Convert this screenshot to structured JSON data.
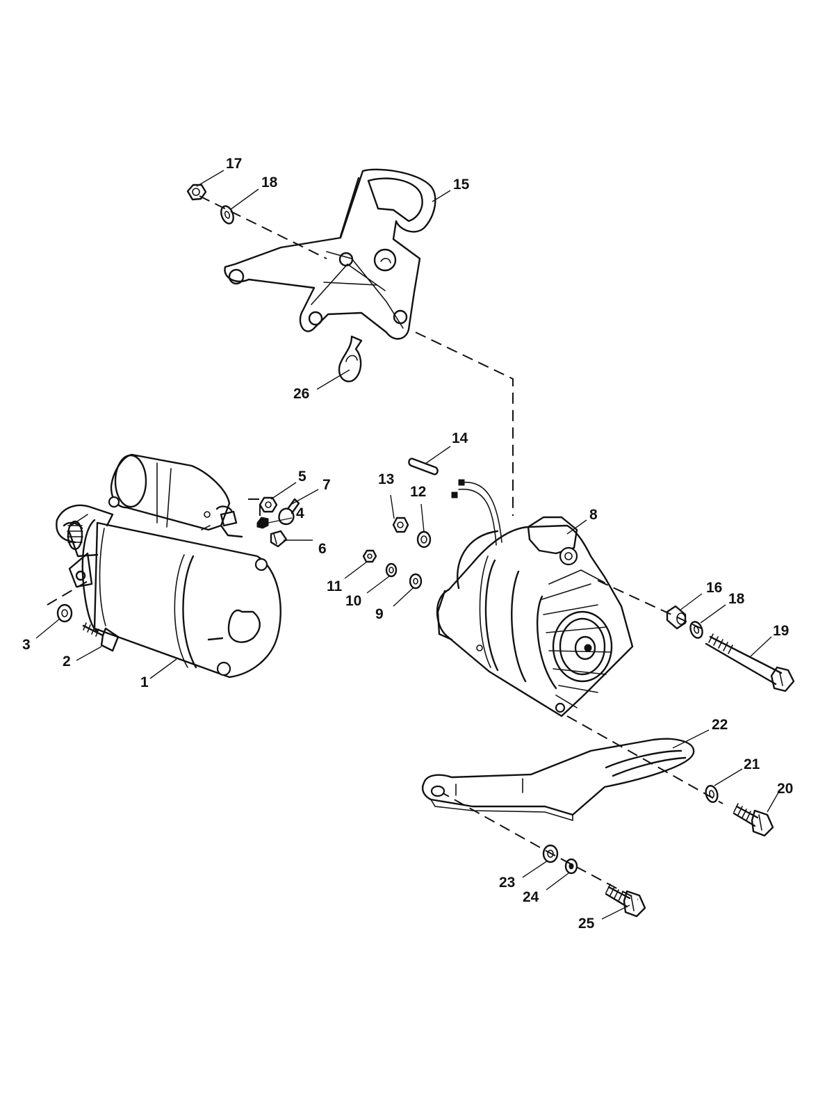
{
  "callouts": [
    {
      "label": "1"
    },
    {
      "label": "2"
    },
    {
      "label": "3"
    },
    {
      "label": "4"
    },
    {
      "label": "5"
    },
    {
      "label": "6"
    },
    {
      "label": "7"
    },
    {
      "label": "8"
    },
    {
      "label": "9"
    },
    {
      "label": "10"
    },
    {
      "label": "11"
    },
    {
      "label": "12"
    },
    {
      "label": "13"
    },
    {
      "label": "14"
    },
    {
      "label": "15"
    },
    {
      "label": "16"
    },
    {
      "label": "17"
    },
    {
      "label": "18"
    },
    {
      "label": "18"
    },
    {
      "label": "19"
    },
    {
      "label": "20"
    },
    {
      "label": "21"
    },
    {
      "label": "22"
    },
    {
      "label": "23"
    },
    {
      "label": "24"
    },
    {
      "label": "25"
    },
    {
      "label": "26"
    }
  ]
}
